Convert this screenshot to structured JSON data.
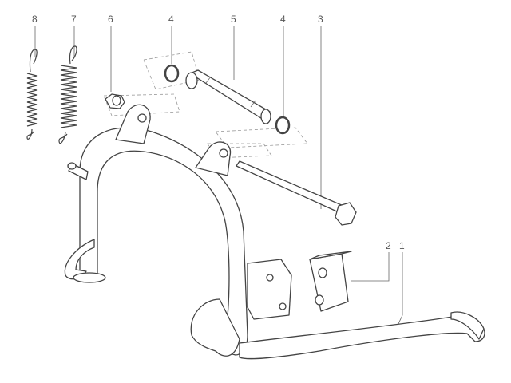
{
  "diagram": {
    "type": "exploded parts diagram",
    "labels": [
      {
        "id": "label-8",
        "text": "8"
      },
      {
        "id": "label-7",
        "text": "7"
      },
      {
        "id": "label-6",
        "text": "6"
      },
      {
        "id": "label-4a",
        "text": "4"
      },
      {
        "id": "label-5",
        "text": "5"
      },
      {
        "id": "label-4b",
        "text": "4"
      },
      {
        "id": "label-3",
        "text": "3"
      },
      {
        "id": "label-2",
        "text": "2"
      },
      {
        "id": "label-1",
        "text": "1"
      }
    ],
    "colors": {
      "line": "#444444",
      "background": "#ffffff",
      "label": "#555555"
    }
  }
}
